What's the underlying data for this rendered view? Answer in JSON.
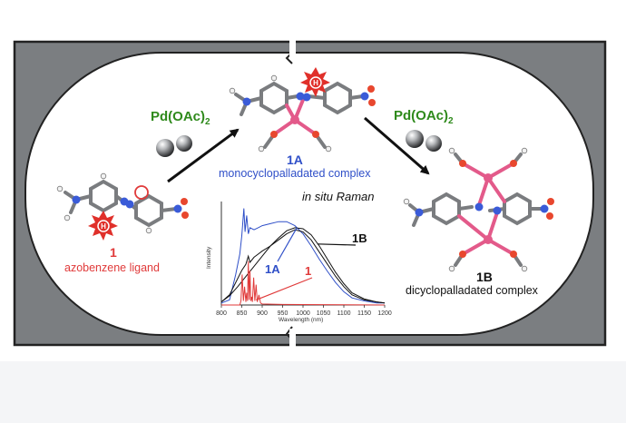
{
  "reagents": {
    "left": "Pd(OAc)",
    "right": "Pd(OAc)",
    "subscript": "2"
  },
  "compounds": {
    "ligand": {
      "id": "1",
      "name": "azobenzene ligand"
    },
    "mono": {
      "id": "1A",
      "name": "monocyclopalladated complex"
    },
    "di": {
      "id": "1B",
      "name": "dicyclopalladated complex"
    }
  },
  "badge": {
    "text": "H"
  },
  "chart_data": {
    "type": "line",
    "title": "in situ Raman",
    "xlabel": "Wavelength (nm)",
    "ylabel": "Intensity",
    "xlim": [
      800,
      1200
    ],
    "xticks": [
      800,
      850,
      900,
      950,
      1000,
      1050,
      1100,
      1150,
      1200
    ],
    "ylim": [
      0,
      1
    ],
    "grid": false,
    "series": [
      {
        "name": "1A",
        "color": "#2f4fc8",
        "x": [
          800,
          820,
          835,
          845,
          850,
          855,
          858,
          862,
          866,
          870,
          880,
          890,
          900,
          920,
          940,
          960,
          980,
          1000,
          1020,
          1040,
          1060,
          1080,
          1100,
          1120,
          1150,
          1180,
          1200
        ],
        "y": [
          0.02,
          0.05,
          0.3,
          0.5,
          0.68,
          0.95,
          0.72,
          0.88,
          0.7,
          0.76,
          0.74,
          0.76,
          0.78,
          0.8,
          0.82,
          0.82,
          0.78,
          0.7,
          0.58,
          0.45,
          0.33,
          0.22,
          0.13,
          0.07,
          0.04,
          0.02,
          0.02
        ]
      },
      {
        "name": "",
        "color": "#111111",
        "x": [
          800,
          820,
          840,
          850,
          860,
          866,
          870,
          880,
          890,
          900,
          920,
          940,
          960,
          980,
          1000,
          1020,
          1040,
          1060,
          1080,
          1100,
          1120,
          1150,
          1180,
          1200
        ],
        "y": [
          0.03,
          0.1,
          0.26,
          0.34,
          0.4,
          0.48,
          0.42,
          0.47,
          0.5,
          0.53,
          0.58,
          0.64,
          0.7,
          0.74,
          0.72,
          0.64,
          0.52,
          0.4,
          0.28,
          0.18,
          0.1,
          0.05,
          0.03,
          0.02
        ]
      },
      {
        "name": "1B",
        "color": "#111111",
        "x": [
          800,
          820,
          840,
          860,
          880,
          900,
          920,
          940,
          960,
          980,
          1000,
          1020,
          1040,
          1060,
          1080,
          1100,
          1120,
          1150,
          1180,
          1200
        ],
        "y": [
          0.03,
          0.09,
          0.18,
          0.28,
          0.38,
          0.48,
          0.58,
          0.66,
          0.73,
          0.76,
          0.75,
          0.69,
          0.58,
          0.45,
          0.32,
          0.21,
          0.12,
          0.06,
          0.03,
          0.02
        ]
      },
      {
        "name": "1",
        "color": "#e03a3a",
        "x": [
          800,
          845,
          848,
          851,
          854,
          857,
          860,
          862,
          864,
          866,
          868,
          870,
          872,
          874,
          876,
          879,
          882,
          885,
          888,
          892,
          896,
          900,
          950,
          1200
        ],
        "y": [
          0,
          0,
          0.04,
          0.3,
          0.04,
          0.18,
          0.03,
          0.12,
          0.04,
          0.43,
          0.05,
          0.34,
          0.04,
          0.08,
          0.03,
          0.27,
          0.04,
          0.2,
          0.03,
          0.1,
          0.02,
          0.01,
          0.005,
          0
        ]
      }
    ]
  },
  "colors": {
    "frame": "#7b7e81",
    "border": "#222222",
    "pd": "#e35a8a",
    "carbon": "#7a7c7f",
    "hydrogen": "#f2f2f2",
    "nitrogen": "#3a5bd8",
    "oxygen": "#e8472e",
    "badge": "#e0302a"
  }
}
